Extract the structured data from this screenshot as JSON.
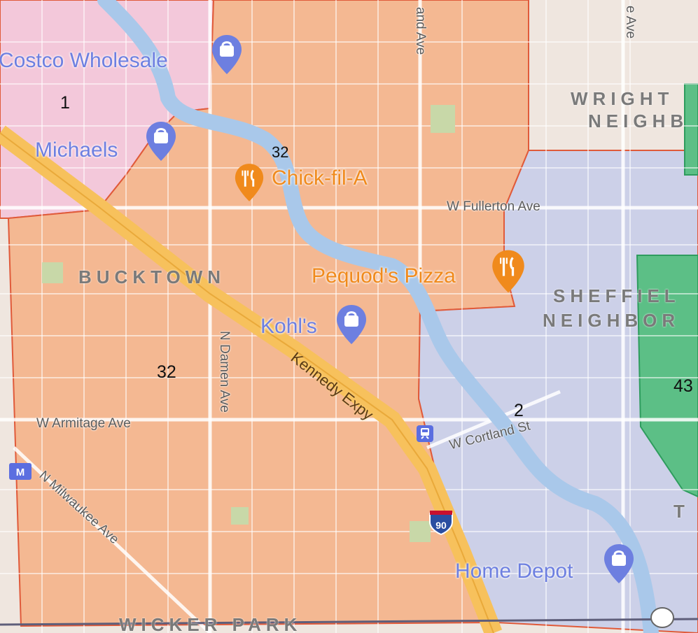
{
  "wards": [
    {
      "id": "1",
      "label": "1",
      "color": "#f5c6d8"
    },
    {
      "id": "32",
      "label": "32",
      "color": "#f3b58f"
    },
    {
      "id": "32b",
      "label": "32",
      "color": "#f3b58f"
    },
    {
      "id": "2",
      "label": "2",
      "color": "#c9cbe6"
    },
    {
      "id": "43",
      "label": "43",
      "color": "#5cbf86"
    }
  ],
  "places": {
    "costco": "Costco Wholesale",
    "michaels": "Michaels",
    "chickfila": "Chick-fil-A",
    "pequods": "Pequod's Pizza",
    "kohls": "Kohl's",
    "homedepot": "Home Depot"
  },
  "streets": {
    "fullerton": "W Fullerton Ave",
    "armitage": "W Armitage Ave",
    "cortland": "W Cortland St",
    "damen": "N Damen Ave",
    "milwaukee": "N Milwaukee Ave",
    "ashland": "and Ave",
    "topright": "e Ave",
    "kennedy": "Kennedy Expy",
    "interstate": "90"
  },
  "neighborhoods": {
    "bucktown": "BUCKTOWN",
    "wright": "WRIGHT",
    "neigh": "NEIGHB",
    "sheffield": "SHEFFIEL",
    "neighbor": "NEIGHBOR",
    "wicker": "WICKER PARK",
    "t": "T"
  },
  "icons": {
    "shopping": "shopping-bag-icon",
    "restaurant": "fork-knife-icon",
    "transit": "train-icon",
    "metro": "metro-icon"
  },
  "colors": {
    "ward_border": "#e05a3a",
    "river": "#a9c8ea",
    "highway": "#f7c15c",
    "poi_blue": "#6d7fe0",
    "poi_orange": "#f08a1c"
  }
}
